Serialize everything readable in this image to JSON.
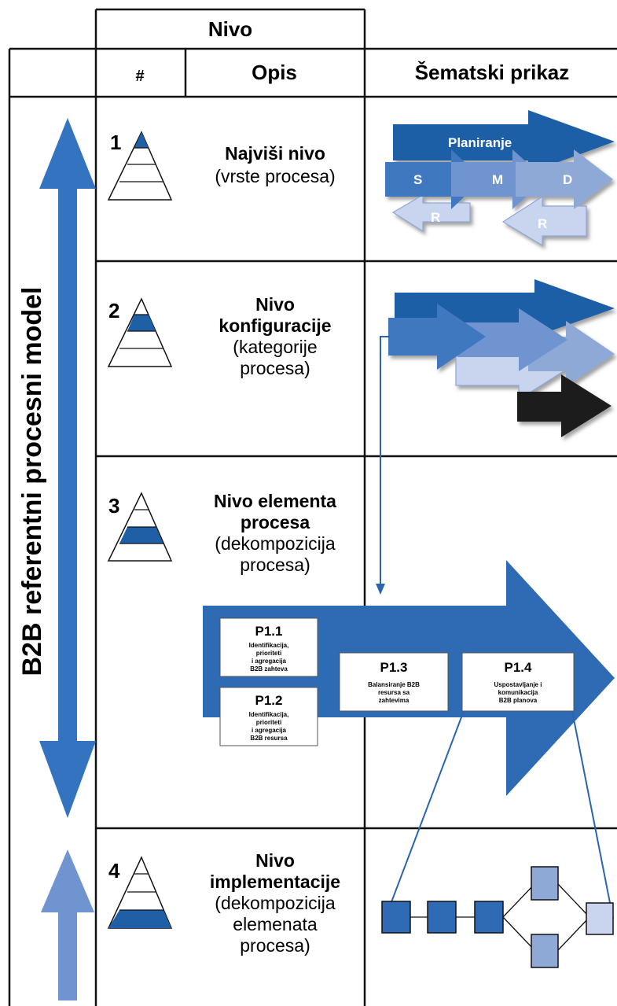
{
  "header": {
    "nivo": "Nivo",
    "number_col": "#",
    "description_col": "Opis",
    "schematic_col": "Šematski prikaz"
  },
  "side_label": "B2B referentni procesni model",
  "levels": [
    {
      "number": "1",
      "title_lines": [
        "Najviši nivo"
      ],
      "subtitle_lines": [
        "(vrste procesa)"
      ]
    },
    {
      "number": "2",
      "title_lines": [
        "Nivo",
        "konfiguracije"
      ],
      "subtitle_lines": [
        "(kategorije",
        "procesa)"
      ]
    },
    {
      "number": "3",
      "title_lines": [
        "Nivo elementa",
        "procesa"
      ],
      "subtitle_lines": [
        "(dekompozicija",
        "procesa)"
      ]
    },
    {
      "number": "4",
      "title_lines": [
        "Nivo",
        "implementacije"
      ],
      "subtitle_lines": [
        "(dekompozicija",
        "elemenata",
        "procesa)"
      ]
    }
  ],
  "level1_arrows": {
    "plan": "Planiranje",
    "s": "S",
    "m": "M",
    "d": "D",
    "r1": "R",
    "r2": "R"
  },
  "process_boxes": [
    {
      "code": "P1.1",
      "lines": [
        "Identifikacija,",
        "prioriteti",
        "i agregacija",
        "B2B zahteva"
      ]
    },
    {
      "code": "P1.2",
      "lines": [
        "Identifikacija,",
        "prioriteti",
        "i agregacija",
        "B2B resursa"
      ]
    },
    {
      "code": "P1.3",
      "lines": [
        "Balansiranje B2B",
        "resursa sa",
        "zahtevima"
      ]
    },
    {
      "code": "P1.4",
      "lines": [
        "Uspostavljanje i",
        "komunikacija",
        "B2B planova"
      ]
    }
  ],
  "colors": {
    "dark_blue": "#1f5fa6",
    "mid_blue": "#3f78bf",
    "light_blue": "#8fa9d6",
    "pale_blue": "#c9d5ee",
    "side_arrow": "#3373c0",
    "black": "#1a1a1a"
  }
}
